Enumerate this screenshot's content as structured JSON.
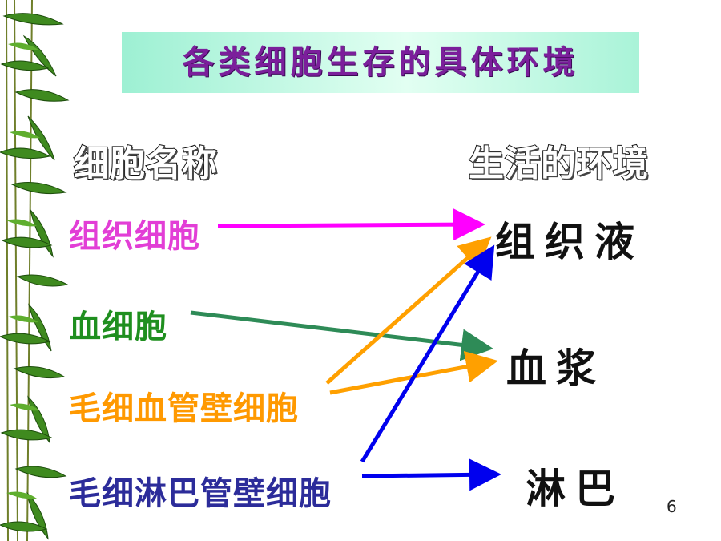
{
  "title": "各类细胞生存的具体环境",
  "left_header": "细胞名称",
  "right_header": "生活的环境",
  "cells": [
    {
      "label": "组织细胞",
      "color": "#e23ed6"
    },
    {
      "label": "血细胞",
      "color": "#1f8f1f"
    },
    {
      "label": "毛细血管壁细胞",
      "color": "#ff9900"
    },
    {
      "label": "毛细淋巴管壁细胞",
      "color": "#2c2c9a"
    }
  ],
  "environments": [
    "组织液",
    "血浆",
    "淋巴"
  ],
  "connections": [
    {
      "from": "组织细胞",
      "to": "组织液",
      "color": "#ff00ff"
    },
    {
      "from": "血细胞",
      "to": "血浆",
      "color": "#2e8b57"
    },
    {
      "from": "毛细血管壁细胞",
      "to": "组织液",
      "color": "#ffa000"
    },
    {
      "from": "毛细血管壁细胞",
      "to": "血浆",
      "color": "#ffa000"
    },
    {
      "from": "毛细淋巴管壁细胞",
      "to": "组织液",
      "color": "#0000ee"
    },
    {
      "from": "毛细淋巴管壁细胞",
      "to": "淋巴",
      "color": "#0000ee"
    }
  ],
  "page_number": "6"
}
